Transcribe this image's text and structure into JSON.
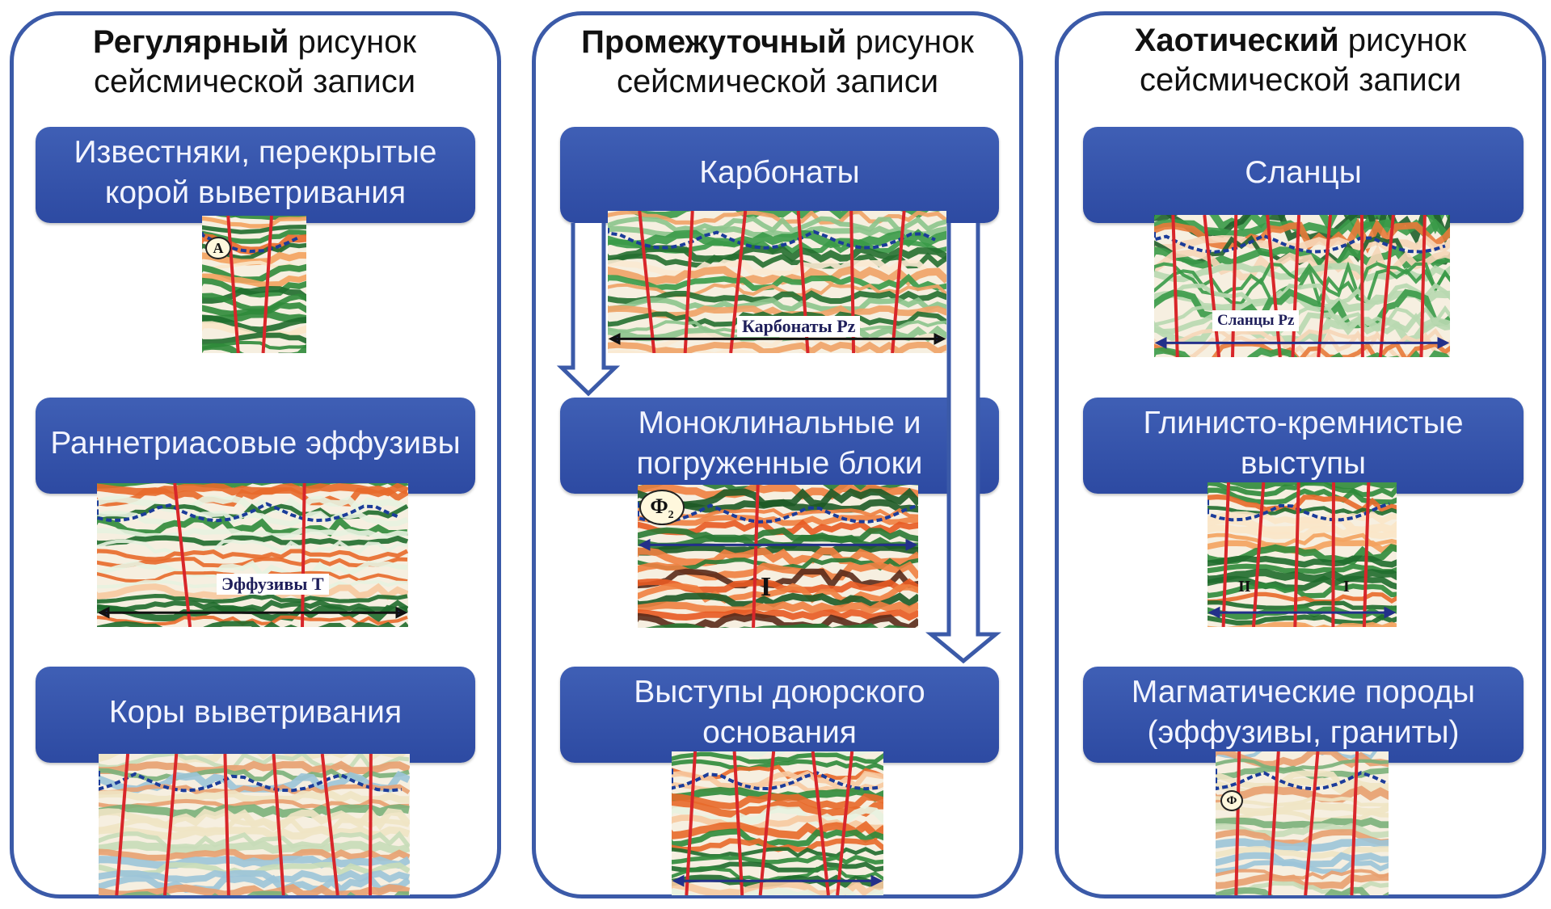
{
  "colors": {
    "frame": "#3b5aa8",
    "box": "#3452a8",
    "fault": "#d8262a",
    "horizon": "#1b3c9a"
  },
  "columns": [
    {
      "title_bold": "Регулярный",
      "title_rest": " рисунок",
      "title_line2": "сейсмической записи",
      "boxes": [
        "Известняки, перекрытые корой выветривания",
        "Раннетриасовые эффузивы",
        "Коры выветривания"
      ]
    },
    {
      "title_bold": "Промежуточный",
      "title_rest": " рисунок",
      "title_line2": "сейсмической записи",
      "boxes": [
        "Карбонаты",
        "Моноклинальные и погруженные блоки",
        "Выступы доюрского основания"
      ]
    },
    {
      "title_bold": "Хаотический",
      "title_rest": " рисунок",
      "title_line2": "сейсмической записи",
      "boxes": [
        "Сланцы",
        "Глинисто-кремнистые выступы",
        "Магматические породы (эффузивы, граниты)"
      ]
    }
  ],
  "image_labels": {
    "limestone_marker": "A",
    "effusive": "Эффузивы T",
    "carbonates": "Карбонаты Pz",
    "blocks_marker": "Ф",
    "blocks_marker_sub": "2",
    "blocks_zone": "I",
    "shales": "Сланцы Pz",
    "clay_zone_2": "II",
    "clay_zone_1": "I",
    "magmatic_marker": "Ф"
  }
}
